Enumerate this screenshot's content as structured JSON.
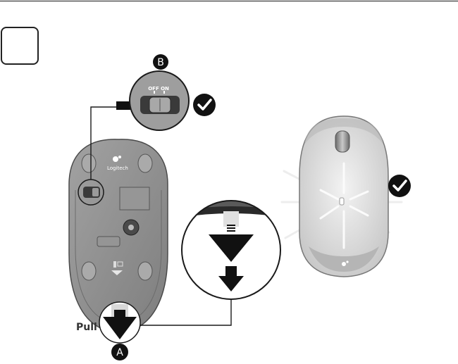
{
  "step": {
    "number": ""
  },
  "callouts": {
    "a": "A",
    "b": "B"
  },
  "switch": {
    "off_label": "OFF",
    "on_label": "ON"
  },
  "mouse": {
    "brand": "Logitech"
  },
  "pull_label": "Pull",
  "icons": {
    "checkmark": "check-circle-icon",
    "arrow": "arrow-down-icon"
  },
  "colors": {
    "check_badge": "#111111",
    "outline": "#1a1a1a",
    "mouse_top": "#e8e8e8",
    "mouse_bottom": "#8f8f8f",
    "light_rays": "#f4f4f4"
  }
}
